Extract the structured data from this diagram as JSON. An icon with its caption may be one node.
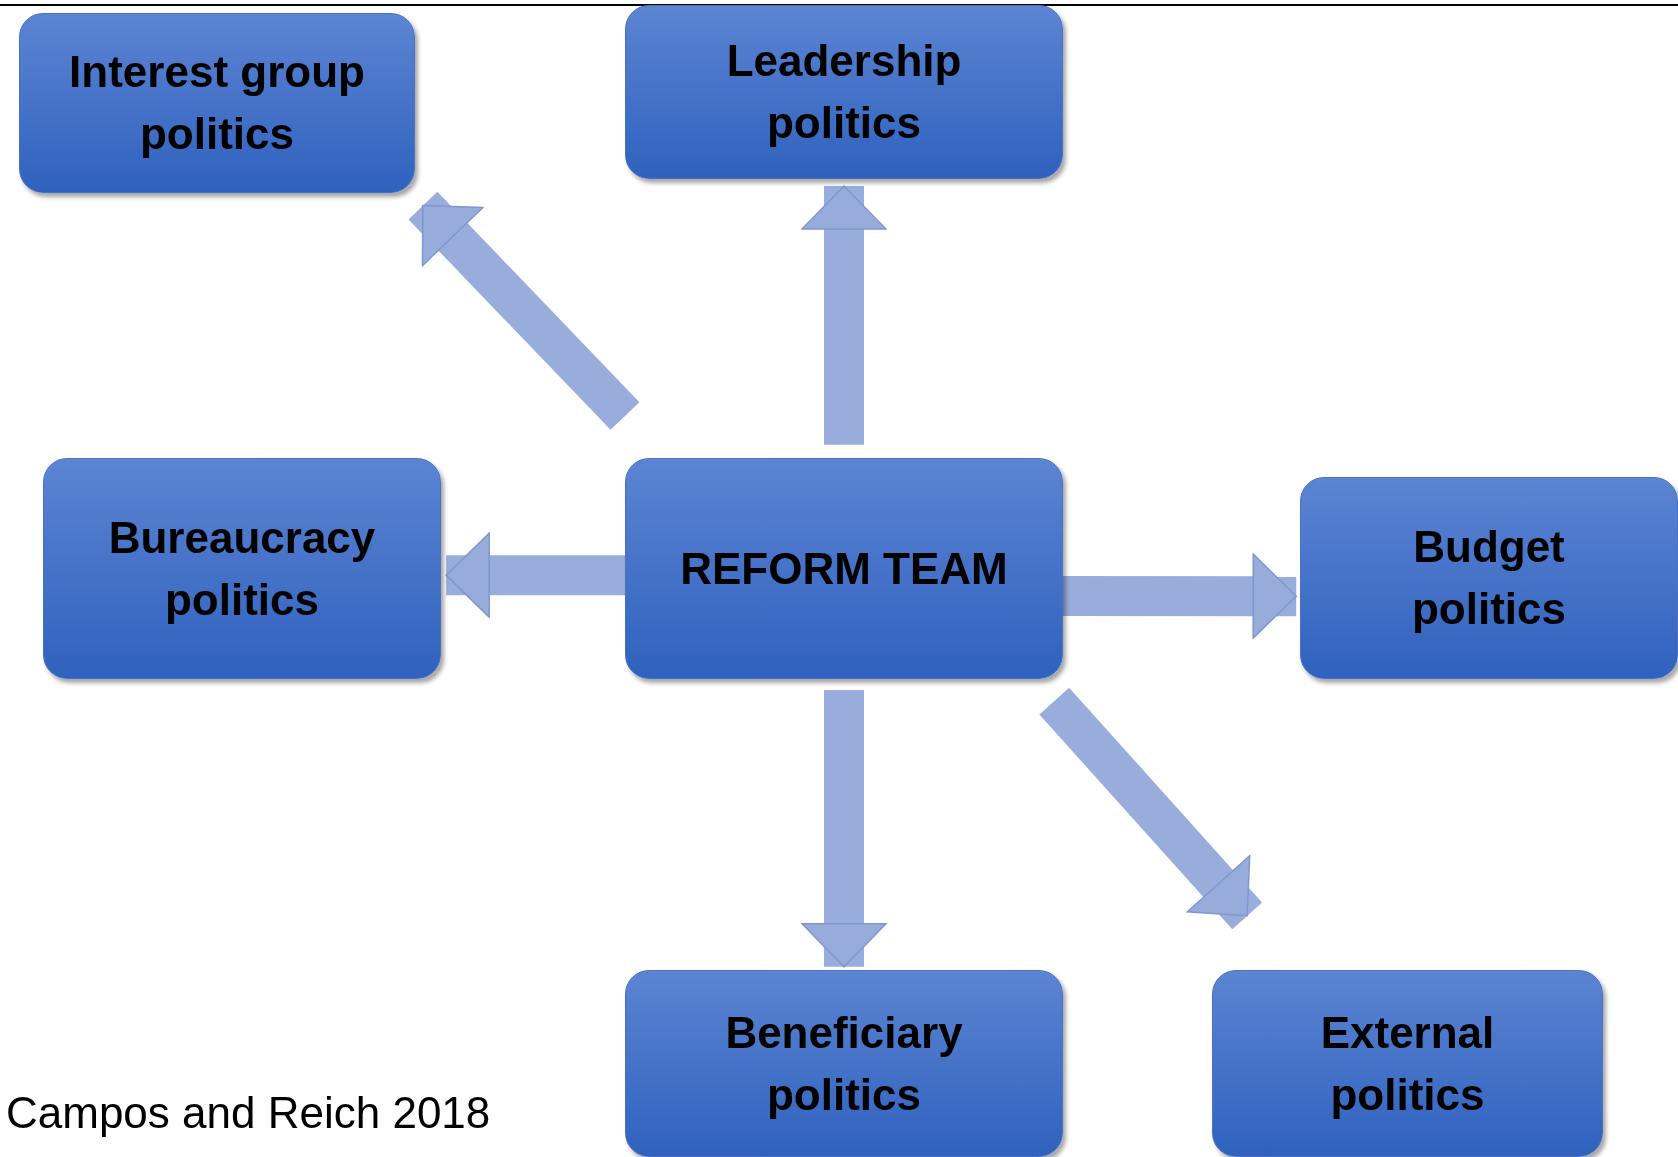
{
  "diagram": {
    "nodes": [
      {
        "text": [
          "Interest group politics"
        ]
      },
      {
        "text": [
          "Leadership politics"
        ]
      },
      {
        "text": [
          "Bureaucracy politics"
        ]
      },
      {
        "text": [
          "REFORM TEAM"
        ]
      },
      {
        "text": [
          "Budget politics"
        ]
      },
      {
        "text": [
          "Beneficiary politics"
        ]
      },
      {
        "text": [
          "External politics"
        ]
      }
    ],
    "edges": [
      {
        "from": 3,
        "to": 0,
        "arrow": "to"
      },
      {
        "from": 3,
        "to": 1,
        "arrow": "to"
      },
      {
        "from": 3,
        "to": 2,
        "arrow": "to"
      },
      {
        "from": 3,
        "to": 4,
        "arrow": "to"
      },
      {
        "from": 3,
        "to": 5,
        "arrow": "to"
      },
      {
        "from": 3,
        "to": 6,
        "arrow": "to"
      }
    ],
    "labels": [
      "Campos and Reich 2018"
    ]
  }
}
